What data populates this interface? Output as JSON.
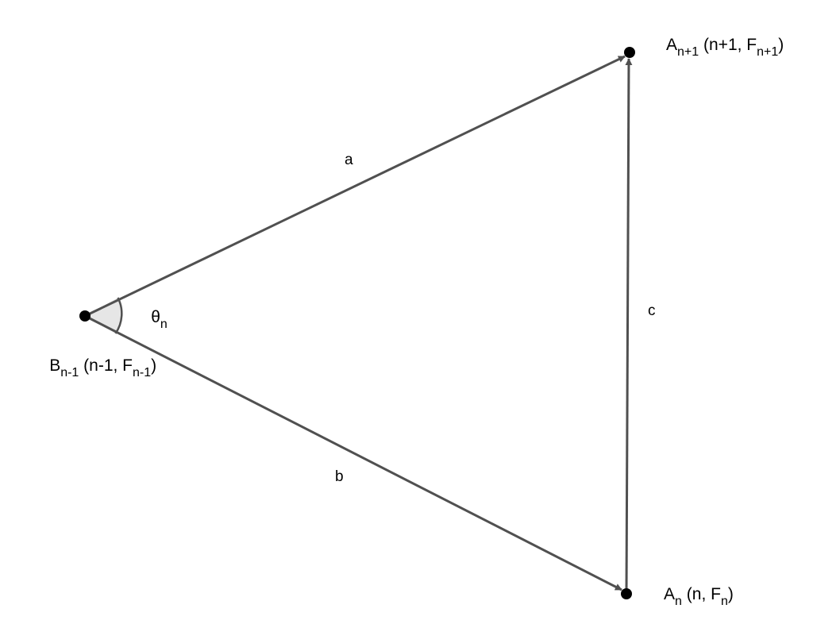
{
  "colors": {
    "segment": "#505050",
    "point": "#000000",
    "angle_fill": "#e6e6e6",
    "angle_stroke": "#505050",
    "text": "#000000"
  },
  "points": {
    "A_next": {
      "letter": "A",
      "sub": "n+1",
      "coords_open": " (n+1, F",
      "coords_sub": "n+1",
      "coords_close": ")"
    },
    "A_n": {
      "letter": "A",
      "sub": "n",
      "coords_open": " (n, F",
      "coords_sub": "n",
      "coords_close": ")"
    },
    "B_prev": {
      "letter": "B",
      "sub": "n-1",
      "coords_open": " (n-1, F",
      "coords_sub": "n-1",
      "coords_close": ")"
    }
  },
  "segments": {
    "a": "a",
    "b": "b",
    "c": "c"
  },
  "angle": {
    "symbol": "θ",
    "sub": "n"
  }
}
